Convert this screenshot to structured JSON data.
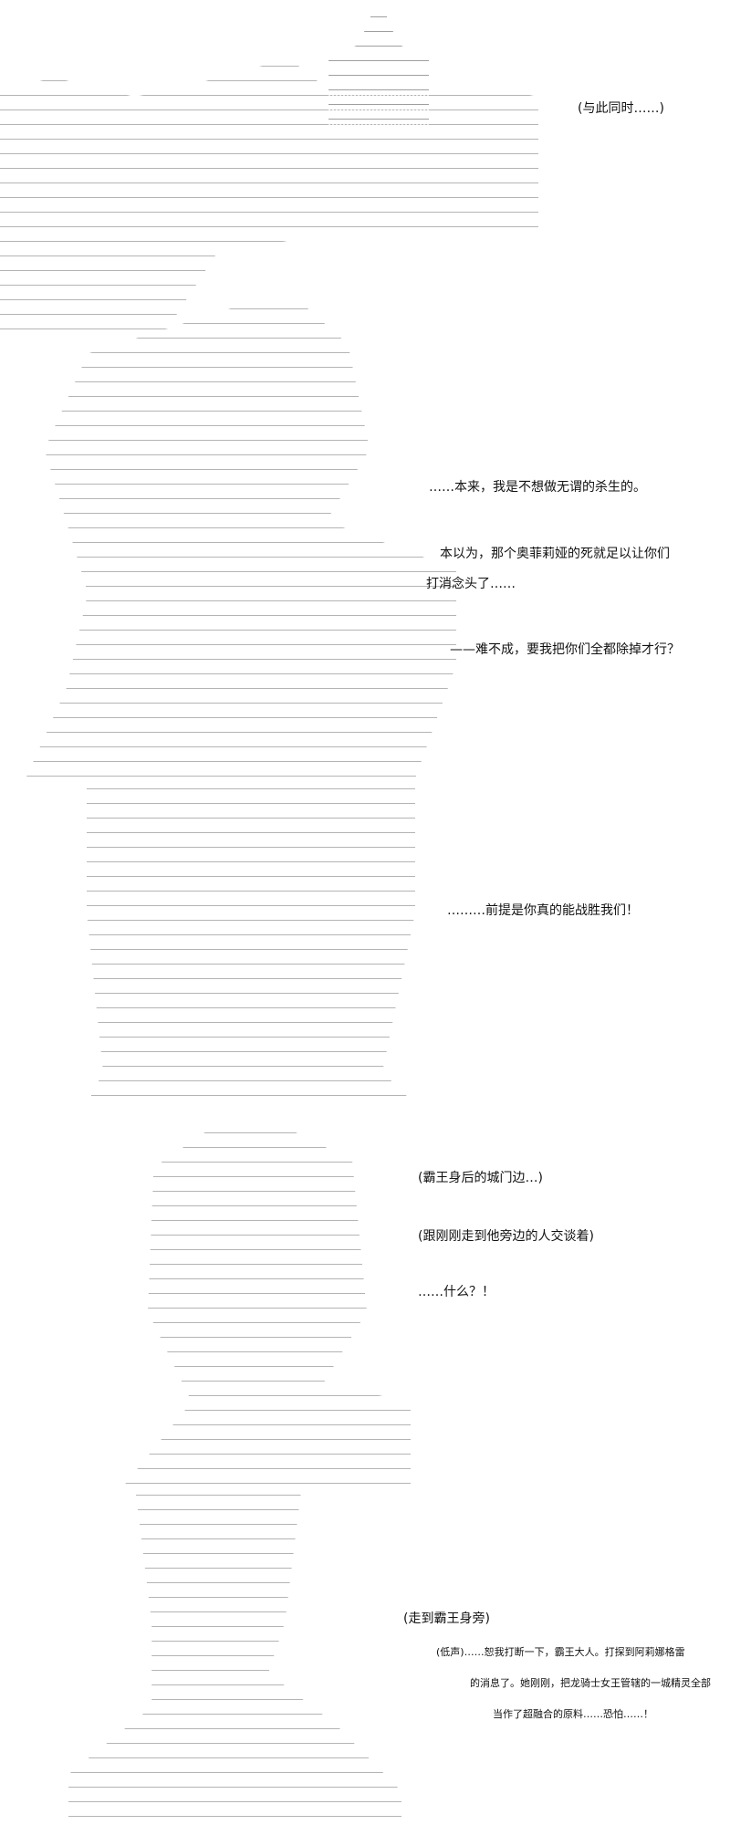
{
  "panels": [
    {
      "lines": [
        "(与此同时……)"
      ]
    },
    {
      "lines": [
        "……本来，我是不想做无谓的杀生的。",
        "本以为，那个奥菲莉娅的死就足以让你们",
        "打消念头了……",
        "——难不成，要我把你们全都除掉才行？"
      ]
    },
    {
      "lines": [
        "………前提是你真的能战胜我们！"
      ]
    },
    {
      "lines": [
        "(霸王身后的城门边…)",
        "(跟刚刚走到他旁边的人交谈着)",
        "……什么？！"
      ]
    },
    {
      "lines": [
        "(走到霸王身旁)",
        "(低声)……恕我打断一下，霸王大人。打探到阿莉娜格雷",
        "的消息了。她刚刚，把龙骑士女王管辖的一城精灵全部",
        "当作了超融合的原料……恐怕……！"
      ]
    }
  ]
}
